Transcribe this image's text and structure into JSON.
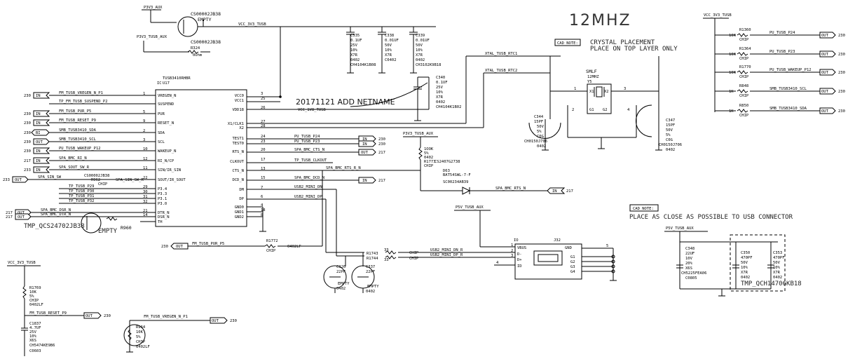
{
  "title": "12MHZ",
  "notes": [
    {
      "tag": "CAD NOTE:",
      "line1": "CRYSTAL PLACEMENT",
      "line2": "PLACE ON TOP LAYER ONLY"
    },
    {
      "tag": "CAD NOTE:",
      "line1": "PLACE AS CLOSE AS POSSIBLE TO USB CONNECTOR"
    }
  ],
  "annotation": "20171121 ADD NETNAME",
  "ic": {
    "ref": "IC",
    "part": "TUSB3410RHBR",
    "des": "U17",
    "left_pins": [
      {
        "n": "1",
        "name": "VREGEN_N"
      },
      {
        "n": "",
        "name": "SUSPEND"
      },
      {
        "n": "5",
        "name": "PUR"
      },
      {
        "n": "9",
        "name": "RESET_N"
      },
      {
        "n": "2",
        "name": "SDA"
      },
      {
        "n": "3",
        "name": "SCL"
      },
      {
        "n": "10",
        "name": "WAKEUP_N"
      },
      {
        "n": "12",
        "name": "RI_N/CP"
      },
      {
        "n": "11",
        "name": "SIN/IR_SIN"
      },
      {
        "n": "22",
        "name": "SOUT/IR_SOUT"
      },
      {
        "n": "29",
        "name": "P3.4"
      },
      {
        "n": "30",
        "name": "P3.3"
      },
      {
        "n": "31",
        "name": "P3.1"
      },
      {
        "n": "32",
        "name": "P3.0"
      },
      {
        "n": "21",
        "name": "DTR_N"
      },
      {
        "n": "14",
        "name": "DSR_N"
      },
      {
        "n": "",
        "name": "TH"
      }
    ],
    "right_pins": [
      {
        "n": "3",
        "name": "VCC0"
      },
      {
        "n": "25",
        "name": "VCC1"
      },
      {
        "n": "26",
        "name": "VDD18"
      },
      {
        "n": "27",
        "name": "X1/CLK1"
      },
      {
        "n": "28",
        "name": "X2"
      },
      {
        "n": "24",
        "name": "TEST1"
      },
      {
        "n": "23",
        "name": "TEST0"
      },
      {
        "n": "20",
        "name": "RTS_N"
      },
      {
        "n": "17",
        "name": "CLKOUT"
      },
      {
        "n": "13",
        "name": "CTS_N"
      },
      {
        "n": "15",
        "name": "DCD_N"
      },
      {
        "n": "7",
        "name": "DM"
      },
      {
        "n": "6",
        "name": "DP"
      },
      {
        "n": "4",
        "name": "GND0"
      },
      {
        "n": "18",
        "name": "GND1"
      },
      {
        "n": "8",
        "name": "GND2"
      }
    ]
  },
  "left_nets": [
    {
      "page": "230",
      "dir": "IN",
      "net": "FM_TUSB_VREGEN_N_P1"
    },
    {
      "page": "",
      "dir": "",
      "net": "TP_FM_TUSB_SUSPEND_P2"
    },
    {
      "page": "230",
      "dir": "IN",
      "net": "FM_TUSB_PUR_P5"
    },
    {
      "page": "230",
      "dir": "IN",
      "net": "FM_TUSB_RESET_P9"
    },
    {
      "page": "230",
      "dir": "BI",
      "net": "SMB_TUSB3410_SDA"
    },
    {
      "page": "230",
      "dir": "OUT",
      "net": "SMB_TUSB3410_SCL"
    },
    {
      "page": "230",
      "dir": "IN",
      "net": "PU_TUSB_WAKEUP_P12"
    },
    {
      "page": "217",
      "dir": "IN",
      "net": "SPA_BMC_RI_N"
    },
    {
      "page": "233",
      "dir": "IN",
      "net": "SPA_SOUT_SW_R"
    },
    {
      "page": "233",
      "dir": "OUT",
      "net": "SPA_SIN_SW"
    },
    {
      "page": "",
      "dir": "",
      "net": "TP_TUSB_P29"
    },
    {
      "page": "",
      "dir": "",
      "net": "TP_TUSB_P30"
    },
    {
      "page": "",
      "dir": "",
      "net": "TP_TUSB_P31"
    },
    {
      "page": "",
      "dir": "",
      "net": "TP_TUSB_P32"
    },
    {
      "page": "217",
      "dir": "OUT",
      "net": "SPA_BMC_DSR_N"
    },
    {
      "page": "217",
      "dir": "OUT",
      "net": "SPA_BMC_DTR_N"
    }
  ],
  "right_nets": [
    {
      "net": "VCC_3V3_TUSB",
      "page": "",
      "dir": ""
    },
    {
      "net": "VCC_1V8_TUSB",
      "page": "",
      "dir": ""
    },
    {
      "net": "PU_TUSB_P24",
      "page": "230",
      "dir": "IN"
    },
    {
      "net": "PU_TUSB_P23",
      "page": "230",
      "dir": "IN"
    },
    {
      "net": "SPA_BMC_CTS_N",
      "page": "217",
      "dir": "OUT"
    },
    {
      "net": "TP_TUSB_CLKOUT",
      "page": "",
      "dir": ""
    },
    {
      "net": "SPA_BMC_RTS_R_N",
      "page": "",
      "dir": ""
    },
    {
      "net": "SPA_BMC_DCD_N",
      "page": "217",
      "dir": "IN"
    },
    {
      "net": "USB2_MINI_DN",
      "page": "",
      "dir": ""
    },
    {
      "net": "USB2_MINI_DP",
      "page": "",
      "dir": ""
    },
    {
      "net": "SPA_BMC_RTS_N",
      "page": "217",
      "dir": "IN"
    },
    {
      "net": "XTAL_TUSB_RTC1",
      "page": "",
      "dir": ""
    },
    {
      "net": "XTAL_TUSB_RTC2",
      "page": "",
      "dir": ""
    }
  ],
  "pullups": [
    {
      "ref": "R1360",
      "val": "10K",
      "net": "PU_TUSB_P24",
      "page": "230",
      "dir": "OUT"
    },
    {
      "ref": "R1364",
      "val": "10K",
      "net": "PU_TUSB_P23",
      "page": "230",
      "dir": "OUT"
    },
    {
      "ref": "R1770",
      "val": "10K",
      "net": "PU_TUSB_WAKEUP_P12",
      "page": "230",
      "dir": "OUT"
    },
    {
      "ref": "R848",
      "val": "1K",
      "net": "SMB_TUSB3410_SCL",
      "page": "230",
      "dir": "OUT"
    },
    {
      "ref": "R850",
      "val": "1K",
      "net": "SMB_TUSB3410_SDA",
      "page": "230",
      "dir": "OUT"
    }
  ],
  "rails": {
    "p3v3_aux": "P3V3_AUX",
    "p3v3_tusb_aux": "P3V3_TUSB_AUX",
    "vcc_3v3_tusb": "VCC_3V3_TUSB",
    "p5v_tusb_aux": "P5V_TUSB_AUX"
  },
  "caps": [
    {
      "ref": "C335",
      "v1": "0.1UF",
      "v2": "25V",
      "v3": "10%",
      "v4": "X7R",
      "v5": "0402",
      "v6": "CH4104K1B08"
    },
    {
      "ref": "C338",
      "v1": "0.01UF",
      "v2": "50V",
      "v3": "10%",
      "v4": "X7R",
      "v5": "C0402",
      "v6": ""
    },
    {
      "ref": "C339",
      "v1": "0.01UF",
      "v2": "50V",
      "v3": "10%",
      "v4": "X7R",
      "v5": "0402",
      "v6": "CH3102K9B18"
    },
    {
      "ref": "C340",
      "v1": "0.1UF",
      "v2": "25V",
      "v3": "10%",
      "v4": "X7R",
      "v5": "0402",
      "v6": "CH4104K1B02"
    },
    {
      "ref": "C344",
      "v1": "15PF",
      "v2": "50V",
      "v3": "5%",
      "v4": "C0G",
      "v5": "CH0150J706",
      "v6": "0402"
    },
    {
      "ref": "C347",
      "v1": "15PF",
      "v2": "50V",
      "v3": "5%",
      "v4": "C0G",
      "v5": "CH0150J706",
      "v6": "0402"
    }
  ],
  "crystal": {
    "name": "SMLF",
    "freq": "12MHZ",
    "ref": "Y5",
    "p1": "X1",
    "p2": "X2",
    "g1": "G1",
    "g2": "G2",
    "n1": "1",
    "n2": "2",
    "n3": "3",
    "n4": "4"
  },
  "transistor_top": {
    "part": "CS00002JB38",
    "mark": "EMPTY",
    "part2": "CS00002JB38",
    "rref": "R324",
    "rval": "0Ohm"
  },
  "tmp1": {
    "text": "TMP_QCS24702JB38",
    "mark": "EMPTY",
    "ref": "R960"
  },
  "sw_r": {
    "part": "CS00002JB38",
    "ref": "R962",
    "mark": "CHIP",
    "net": "SPA_SIN_SW_R"
  },
  "r1772": {
    "ref": "R1772",
    "net": "FM_TUSB_PUR_P5",
    "page": "230",
    "dir": "OUT",
    "val": "0402LF",
    "mark": "CHIP"
  },
  "rts_res": {
    "lines": [
      "1OOK",
      "5%",
      "0402",
      "R1773",
      "CHIP",
      "CS2407G2738"
    ],
    "diode_ref": "D63",
    "diode_part": "BAT54SWL-7-F",
    "diode_part2": "SC00234AB39",
    "net": "SPA_BMC_RTS_N",
    "page": "217"
  },
  "usb_res": [
    {
      "ref": "R1743",
      "val": "33",
      "mark": "CHIP",
      "net": "USB2_MINI_DN_R"
    },
    {
      "ref": "R1744",
      "val": "33",
      "mark": "CHIP",
      "net": "USB2_MINI_DP_R"
    }
  ],
  "usb_conn": {
    "ref": "J32",
    "io": "IO",
    "pins": [
      "VBUS",
      "D-",
      "D+",
      "ID"
    ],
    "pin_n": [
      "1",
      "2",
      "3",
      "4"
    ],
    "gnd": "GND",
    "gn": [
      "G1",
      "G2",
      "G3",
      "G4"
    ],
    "gn5": "5"
  },
  "esd": [
    {
      "ref": "C326",
      "v1": "22PF",
      "v2": "EMPTY",
      "v3": "0402"
    },
    {
      "ref": "C337",
      "v1": "22PF",
      "v2": "EMPTY",
      "v3": "0402"
    }
  ],
  "pwr_caps": [
    {
      "ref": "C348",
      "v1": "22UF",
      "v2": "10V",
      "v3": "20%",
      "v4": "X6S",
      "v5": "CH5225FEA06",
      "v6": "C0805"
    },
    {
      "ref": "C350",
      "v1": "470PF",
      "v2": "50V",
      "v3": "10%",
      "v4": "X7R",
      "v5": "0402"
    },
    {
      "ref": "C353",
      "v1": "470PF",
      "v2": "50V",
      "v3": "10%",
      "v4": "X7R",
      "v5": "0402"
    }
  ],
  "tmp2": "TMP_QCH14706KB18",
  "bottom_left": {
    "rail": "VCC_3V3_TUSB",
    "rref": "R1769",
    "rval": "10K",
    "rtol": "5%",
    "rmark": "CHIP",
    "rpkg": "0402LF",
    "net": "FM_TUSB_RESET_P9",
    "page": "230",
    "dir": "OUT",
    "cref": "C1837",
    "cval": "4.7UF",
    "cv": "25V",
    "ctol": "10%",
    "cdie": "X6S",
    "cpart": "CH5474KE9B6",
    "cpkg": "C0603"
  },
  "bottom_mid": {
    "net": "FM_TUSB_VREGEN_N_P1",
    "page": "230",
    "dir": "OUT",
    "rref": "R964",
    "rval": "10K",
    "rtol": "5%",
    "rmark": "CHIP",
    "rpkg": "0402LF"
  }
}
